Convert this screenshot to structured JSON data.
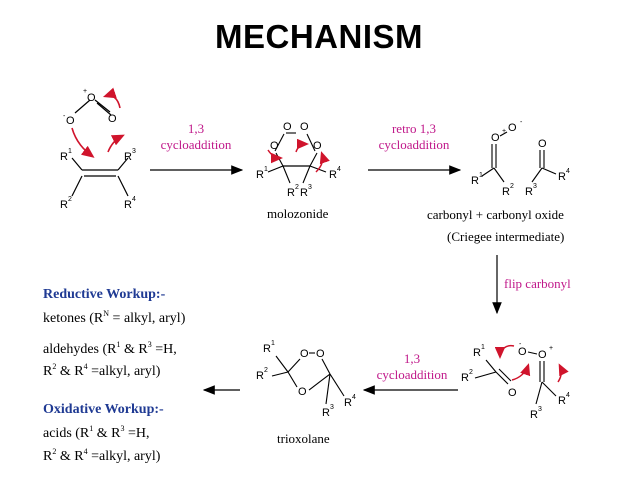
{
  "title": "MECHANISM",
  "steps": {
    "step1": {
      "line1": "1,3",
      "line2": "cycloaddition"
    },
    "step2": {
      "line1": "retro 1,3",
      "line2": "cycloaddition"
    },
    "step3": {
      "label": "flip carbonyl"
    },
    "step4": {
      "line1": "1,3",
      "line2": "cycloaddition"
    }
  },
  "labels": {
    "molozonide": "molozonide",
    "carbonyl": "carbonyl + carbonyl oxide",
    "criegee": "(Criegee intermediate)",
    "trioxolane": "trioxolane"
  },
  "workup": {
    "reductive_heading": "Reductive Workup:-",
    "ketones_a": "ketones (R",
    "ketones_sup": "N",
    "ketones_b": " = alkyl, aryl)",
    "aldehydes_l1": [
      "aldehydes (R",
      "1",
      " & R",
      "3",
      " =H,"
    ],
    "aldehydes_l2": [
      "R",
      "2",
      " & R",
      "4",
      " =alkyl, aryl)"
    ],
    "oxidative_heading": "Oxidative Workup:-",
    "acids_l1": [
      "acids (R",
      "1",
      " & R",
      "3",
      " =H,"
    ],
    "acids_l2": [
      "R",
      "2",
      " & R",
      "4",
      " =alkyl, aryl)"
    ]
  },
  "atoms": {
    "O": "O",
    "plus": "+",
    "minus": "-",
    "R": "R",
    "n1": "1",
    "n2": "2",
    "n3": "3",
    "n4": "4"
  },
  "colors": {
    "accent": "#c0188a",
    "heading": "#1f3a93",
    "curved_arrow": "#d0142c"
  }
}
